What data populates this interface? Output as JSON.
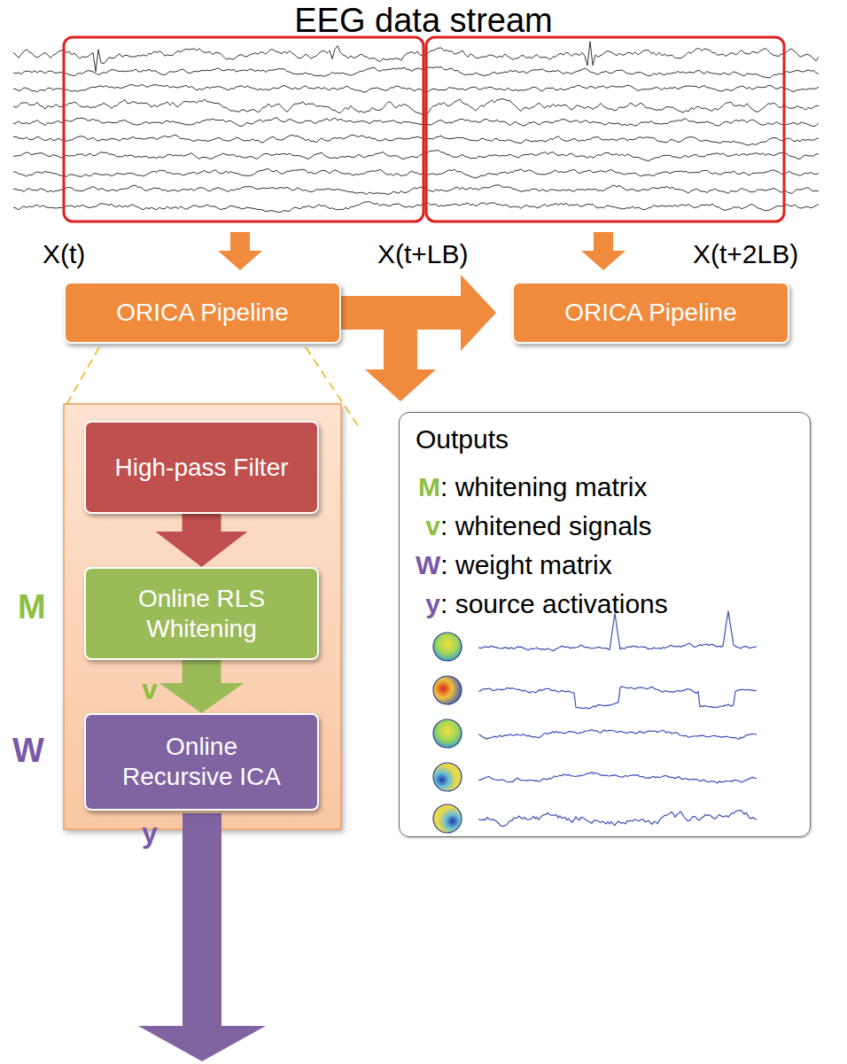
{
  "diagram": {
    "title": "EEG data stream",
    "nodes": [
      {
        "text": [
          "ORICA Pipeline"
        ]
      },
      {
        "text": [
          "ORICA Pipeline"
        ]
      },
      {
        "text": [
          "High-pass Filter"
        ]
      },
      {
        "text": [
          "Online RLS Whitening"
        ]
      },
      {
        "text": [
          "Online Recursive ICA"
        ]
      },
      {
        "text": [
          "Outputs",
          "M: whitening matrix",
          "v: whitened signals",
          "W: weight matrix",
          "y: source activations"
        ]
      }
    ],
    "edges": [
      {
        "from": 0,
        "to": 1,
        "arrow": "to"
      },
      {
        "from": 0,
        "to": 5,
        "arrow": "to"
      },
      {
        "from": 2,
        "to": 3,
        "arrow": "to"
      },
      {
        "from": 3,
        "to": 4,
        "arrow": "to"
      }
    ],
    "labels": [
      "X(t)",
      "X(t+LB)",
      "X(t+2LB)",
      "M",
      "v",
      "W",
      "y"
    ]
  }
}
